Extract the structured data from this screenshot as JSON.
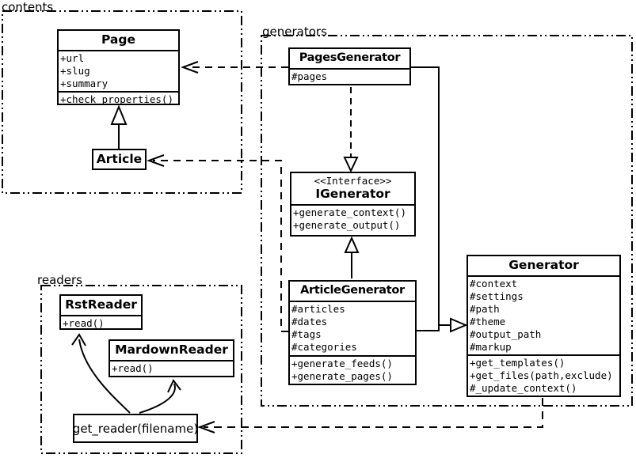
{
  "packages": {
    "contents": {
      "label": "contents"
    },
    "generators": {
      "label": "generators"
    },
    "readers": {
      "label": "readers"
    }
  },
  "classes": {
    "page": {
      "name": "Page",
      "attributes": [
        "+url",
        "+slug",
        "+summary"
      ],
      "methods": [
        "+check_properties()"
      ]
    },
    "article": {
      "name": "Article"
    },
    "pages_generator": {
      "name": "PagesGenerator",
      "attributes": [
        "#pages"
      ]
    },
    "igenerator": {
      "stereotype": "<<Interface>>",
      "name": "IGenerator",
      "methods": [
        "+generate_context()",
        "+generate_output()"
      ]
    },
    "article_generator": {
      "name": "ArticleGenerator",
      "attributes": [
        "#articles",
        "#dates",
        "#tags",
        "#categories"
      ],
      "methods": [
        "+generate_feeds()",
        "+generate_pages()"
      ]
    },
    "generator": {
      "name": "Generator",
      "attributes": [
        "#context",
        "#settings",
        "#path",
        "#theme",
        "#output_path",
        "#markup"
      ],
      "methods": [
        "+get_templates()",
        "+get_files(path,exclude)",
        "#_update_context()"
      ]
    },
    "rst_reader": {
      "name": "RstReader",
      "methods": [
        "+read()"
      ]
    },
    "mardown_reader": {
      "name": "MardownReader",
      "methods": [
        "+read()"
      ]
    },
    "get_reader": {
      "label": "get_reader(filename)"
    }
  },
  "relationships": [
    {
      "type": "dashed-dependency",
      "from": "PagesGenerator",
      "to": "Page"
    },
    {
      "type": "dashed-dependency",
      "from": "ArticleGenerator",
      "to": "Article"
    },
    {
      "type": "dashed-realization",
      "from": "PagesGenerator",
      "to": "IGenerator"
    },
    {
      "type": "generalization",
      "from": "ArticleGenerator",
      "to": "IGenerator"
    },
    {
      "type": "generalization",
      "from": "Article",
      "to": "Page"
    },
    {
      "type": "generalization",
      "from": "PagesGenerator",
      "to": "Generator"
    },
    {
      "type": "generalization",
      "from": "ArticleGenerator",
      "to": "Generator"
    },
    {
      "type": "dashed-dependency",
      "from": "Generator",
      "to": "get_reader(filename)"
    },
    {
      "type": "curved-arrow",
      "from": "get_reader(filename)",
      "to": "RstReader"
    },
    {
      "type": "curved-arrow",
      "from": "get_reader(filename)",
      "to": "MardownReader"
    }
  ],
  "colors": {
    "line": "#000000",
    "background": "#ffffff",
    "box_fill": "#ffffff"
  }
}
